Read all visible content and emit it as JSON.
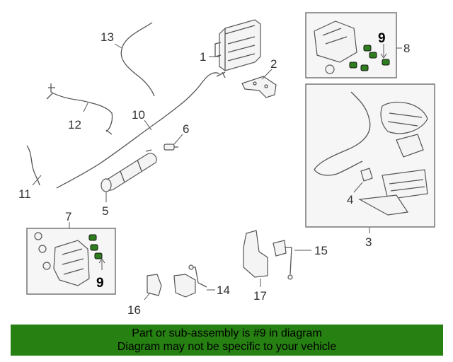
{
  "callouts": {
    "c1": "1",
    "c2": "2",
    "c3": "3",
    "c4": "4",
    "c5": "5",
    "c6": "6",
    "c7": "7",
    "c8": "8",
    "c9a": "9",
    "c9b": "9",
    "c10": "10",
    "c11": "11",
    "c12": "12",
    "c13": "13",
    "c14": "14",
    "c15": "15",
    "c16": "16",
    "c17": "17"
  },
  "banner": {
    "line1": "Part or sub-assembly is #9 in diagram",
    "line2": "Diagram may not be specific to your vehicle"
  },
  "colors": {
    "banner_bg": "#268012",
    "highlight_part": "#2e7d1e"
  }
}
